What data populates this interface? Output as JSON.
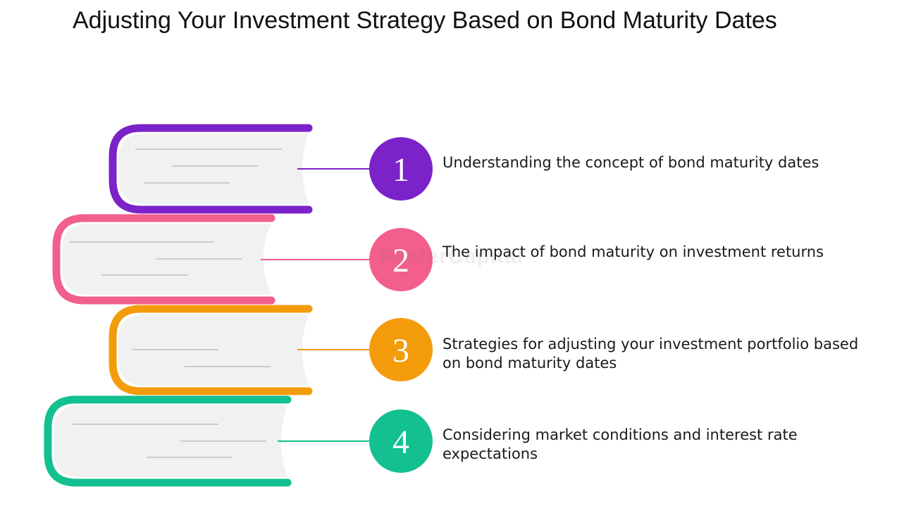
{
  "title": "Adjusting Your Investment Strategy Based on Bond Maturity Dates",
  "items": [
    {
      "number": "1",
      "text": "Understanding the concept of bond maturity dates",
      "color": "#7b22c9"
    },
    {
      "number": "2",
      "text": "The impact of bond maturity on investment returns",
      "color": "#f25f8c"
    },
    {
      "number": "3",
      "text": "Strategies for adjusting your investment portfolio based on bond maturity dates",
      "color": "#f39c0b"
    },
    {
      "number": "4",
      "text": "Considering market conditions and interest rate expectations",
      "color": "#13c08f"
    }
  ],
  "watermark": "FasterCapital",
  "colors": {
    "page_fill": "#f1f1f2",
    "page_line": "#c9cbd4"
  }
}
